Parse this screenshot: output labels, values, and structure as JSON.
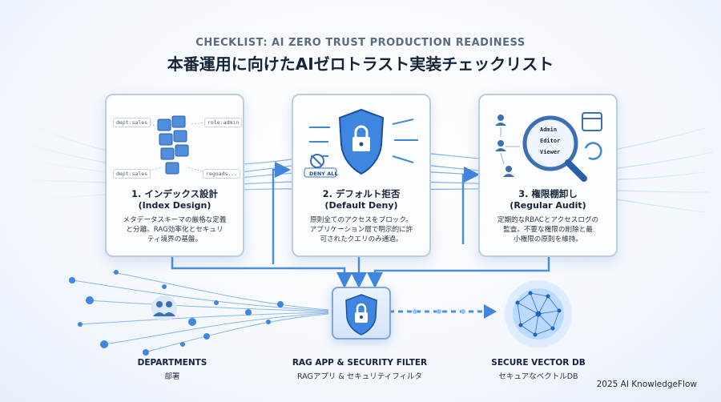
{
  "header": {
    "title_en": "CHECKLIST: AI ZERO TRUST PRODUCTION READINESS",
    "title_jp": "本番運用に向けたAIゼロトラスト実装チェックリスト"
  },
  "cards": [
    {
      "title": "1. インデックス設計",
      "subtitle": "(Index Design)",
      "body": [
        "メタデータスキーマの厳格な定義",
        "と分離。RAG効率化とセキュリ",
        "ティ境界の基盤。"
      ],
      "chips": [
        "dept:sales",
        "role:admin",
        "dept:sales",
        "regoads..."
      ]
    },
    {
      "title": "2. デフォルト拒否",
      "subtitle": "(Default Deny)",
      "body": [
        "原則全てのアクセスをブロック。",
        "アプリケーション層で明示的に許",
        "可されたクエリのみ通過。"
      ],
      "badge": "DENY ALL"
    },
    {
      "title": "3. 権限棚卸し",
      "subtitle": "(Regular Audit)",
      "body": [
        "定期的なRBACとアクセスログの",
        "監査。不要な権限の削除と最",
        "小権限の原則を維持。"
      ],
      "roles": [
        "Admin",
        "Editor",
        "Viewer"
      ]
    }
  ],
  "bottom": [
    {
      "label": "DEPARTMENTS",
      "sub": "部署"
    },
    {
      "label": "RAG APP & SECURITY FILTER",
      "sub": "RAGアプリ & セキュリティフィルタ"
    },
    {
      "label": "SECURE VECTOR DB",
      "sub": "セキュアなベクトルDB"
    }
  ],
  "credit": "2025 AI KnowledgeFlow",
  "colors": {
    "accent": "#3f86e0",
    "deep": "#1f4f9c",
    "glow": "#8fc3ff"
  }
}
